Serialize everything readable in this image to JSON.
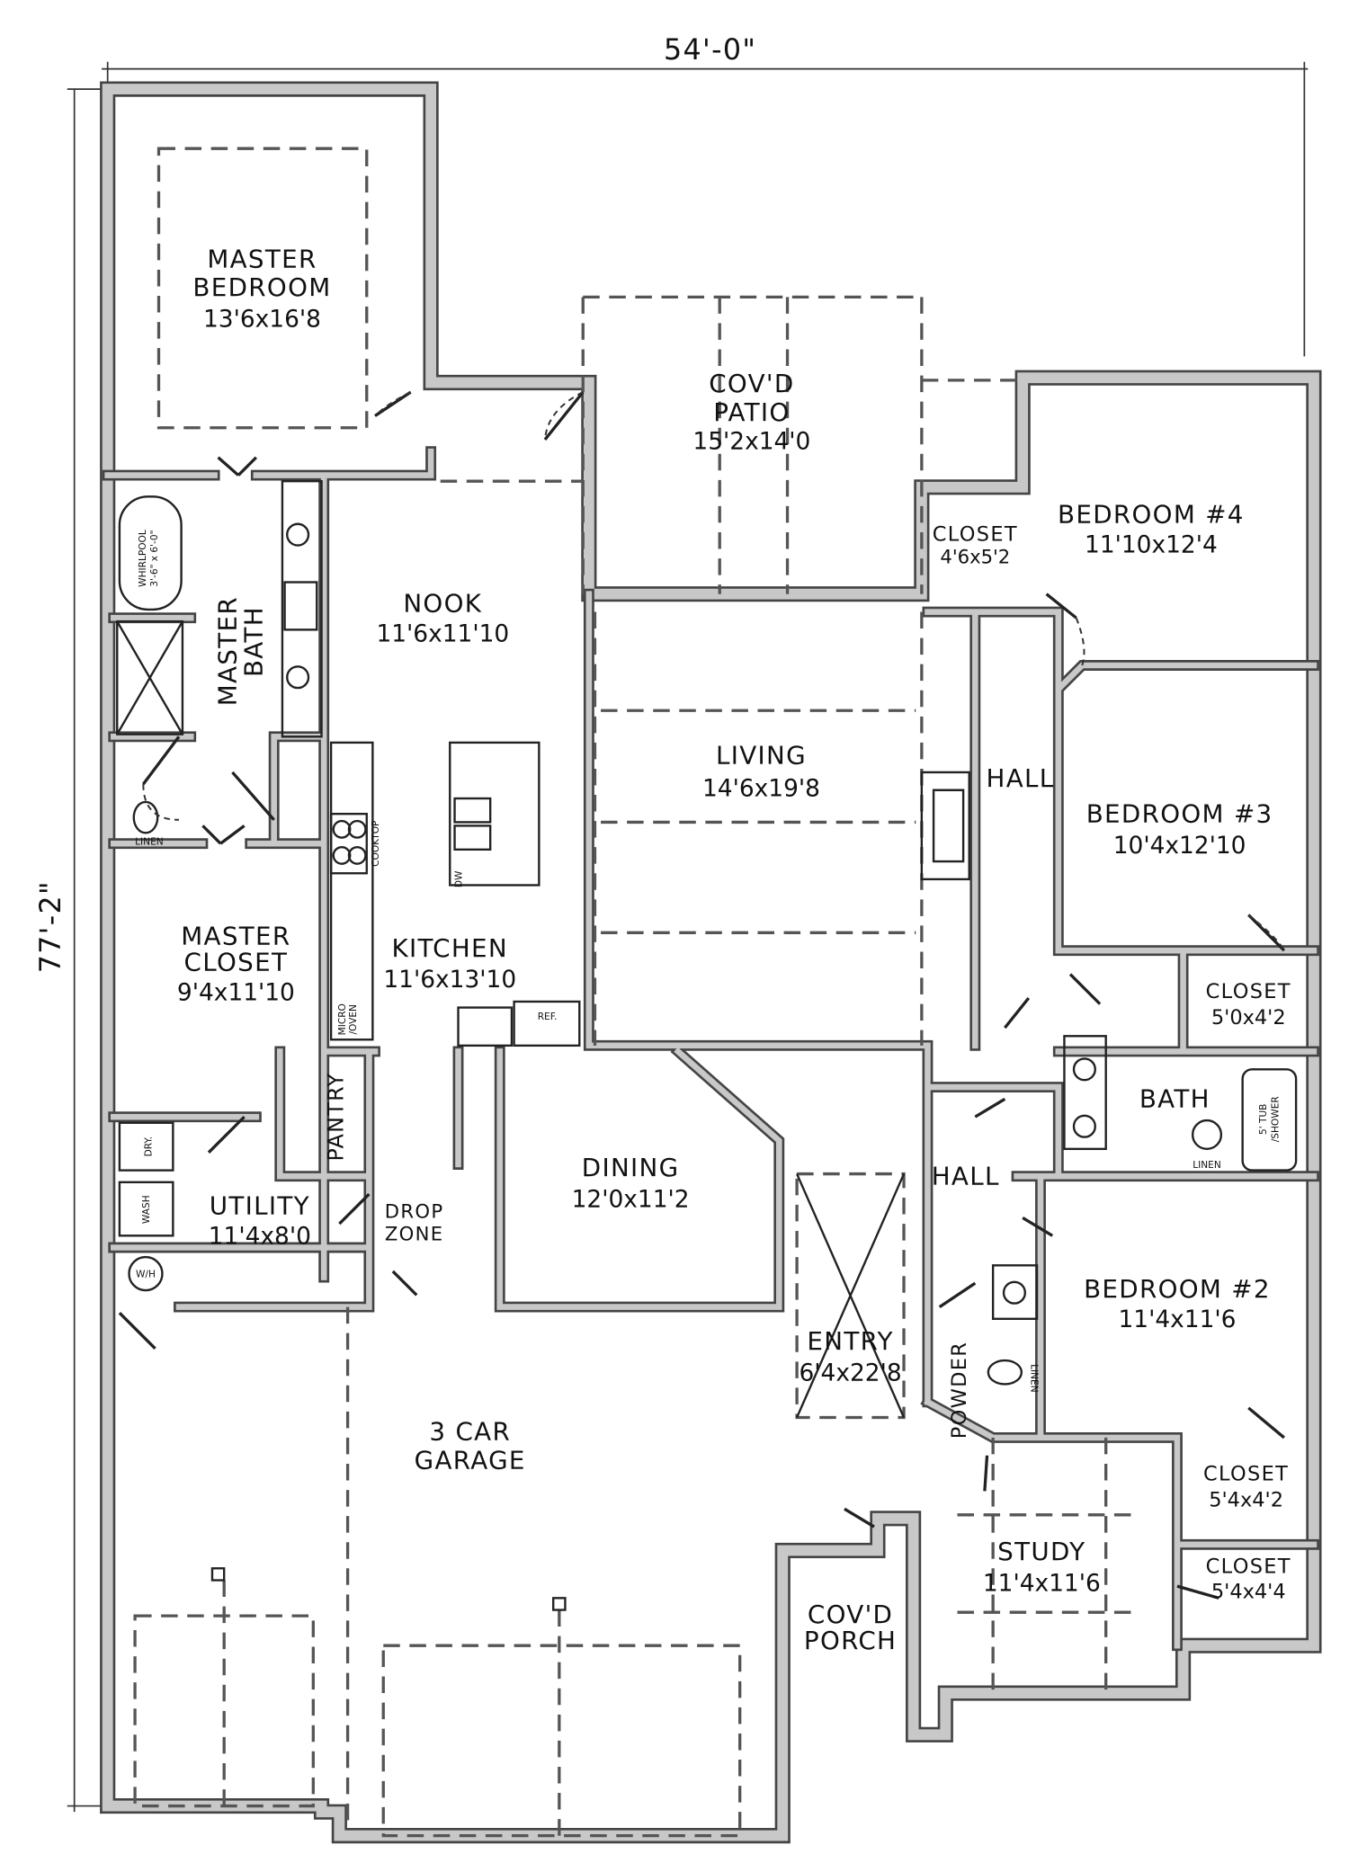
{
  "dimensions": {
    "width": "54'-0\"",
    "depth": "77'-2\""
  },
  "rooms": {
    "master_bedroom": {
      "line1": "MASTER",
      "line2": "BEDROOM",
      "size": "13'6x16'8"
    },
    "patio": {
      "line1": "COV'D",
      "line2": "PATIO",
      "size": "15'2x14'0"
    },
    "bedroom4": {
      "name": "BEDROOM #4",
      "size": "11'10x12'4"
    },
    "closet_b4": {
      "name": "CLOSET",
      "size": "4'6x5'2"
    },
    "nook": {
      "name": "NOOK",
      "size": "11'6x11'10"
    },
    "master_bath": {
      "line1": "MASTER",
      "line2": "BATH"
    },
    "living": {
      "name": "LIVING",
      "size": "14'6x19'8"
    },
    "hall_upper": {
      "name": "HALL"
    },
    "bedroom3": {
      "name": "BEDROOM #3",
      "size": "10'4x12'10"
    },
    "master_closet": {
      "line1": "MASTER",
      "line2": "CLOSET",
      "size": "9'4x11'10"
    },
    "kitchen": {
      "name": "KITCHEN",
      "size": "11'6x13'10"
    },
    "closet_b3": {
      "name": "CLOSET",
      "size": "5'0x4'2"
    },
    "bath": {
      "name": "BATH"
    },
    "pantry": {
      "name": "PANTRY"
    },
    "dining": {
      "name": "DINING",
      "size": "12'0x11'2"
    },
    "hall_lower": {
      "name": "HALL"
    },
    "utility": {
      "name": "UTILITY",
      "size": "11'4x8'0"
    },
    "drop_zone": {
      "line1": "DROP",
      "line2": "ZONE"
    },
    "bedroom2": {
      "name": "BEDROOM #2",
      "size": "11'4x11'6"
    },
    "entry": {
      "name": "ENTRY",
      "size": "6'4x22'8"
    },
    "powder": {
      "name": "POWDER"
    },
    "garage": {
      "line1": "3 CAR",
      "line2": "GARAGE"
    },
    "closet_b2": {
      "name": "CLOSET",
      "size": "5'4x4'2"
    },
    "study": {
      "name": "STUDY",
      "size": "11'4x11'6"
    },
    "closet_study": {
      "name": "CLOSET",
      "size": "5'4x4'4"
    },
    "porch": {
      "line1": "COV'D",
      "line2": "PORCH"
    }
  },
  "fixtures": {
    "whirlpool": "WHIRLPOOL",
    "whirlpool_size": "3'-6\" x 6'-0\"",
    "linen": "LINEN",
    "cooktop": "COOKTOP",
    "dw": "DW",
    "ref": "REF.",
    "micro": "MICRO",
    "oven": "/OVEN",
    "dry": "DRY.",
    "wash": "WASH",
    "wh": "W/H",
    "tub": "5' TUB",
    "shower": "/SHOWER"
  }
}
